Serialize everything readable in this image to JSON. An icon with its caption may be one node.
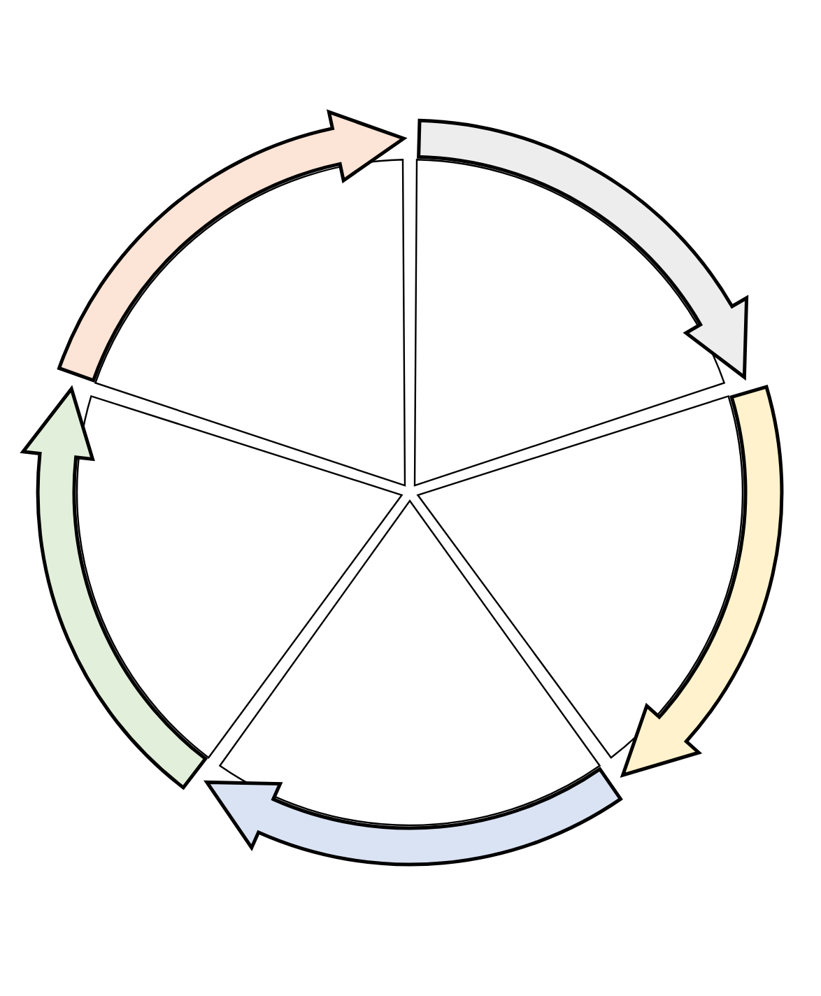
{
  "diagram": {
    "nodes": [
      {
        "text": [],
        "shape": "wedge"
      },
      {
        "text": [],
        "shape": "wedge"
      },
      {
        "text": [],
        "shape": "wedge"
      },
      {
        "text": [],
        "shape": "wedge"
      },
      {
        "text": [],
        "shape": "wedge"
      }
    ],
    "edges": [
      {
        "from": 3,
        "to": 4,
        "arrow": "to",
        "color": "#ededed"
      },
      {
        "from": 4,
        "to": 2,
        "arrow": "to",
        "color": "#fff2cc"
      },
      {
        "from": 2,
        "to": 0,
        "arrow": "to",
        "color": "#dae3f3"
      },
      {
        "from": 0,
        "to": 1,
        "arrow": "to",
        "color": "#e2efda"
      },
      {
        "from": 1,
        "to": 3,
        "arrow": "to",
        "color": "#fce4d6"
      }
    ]
  }
}
